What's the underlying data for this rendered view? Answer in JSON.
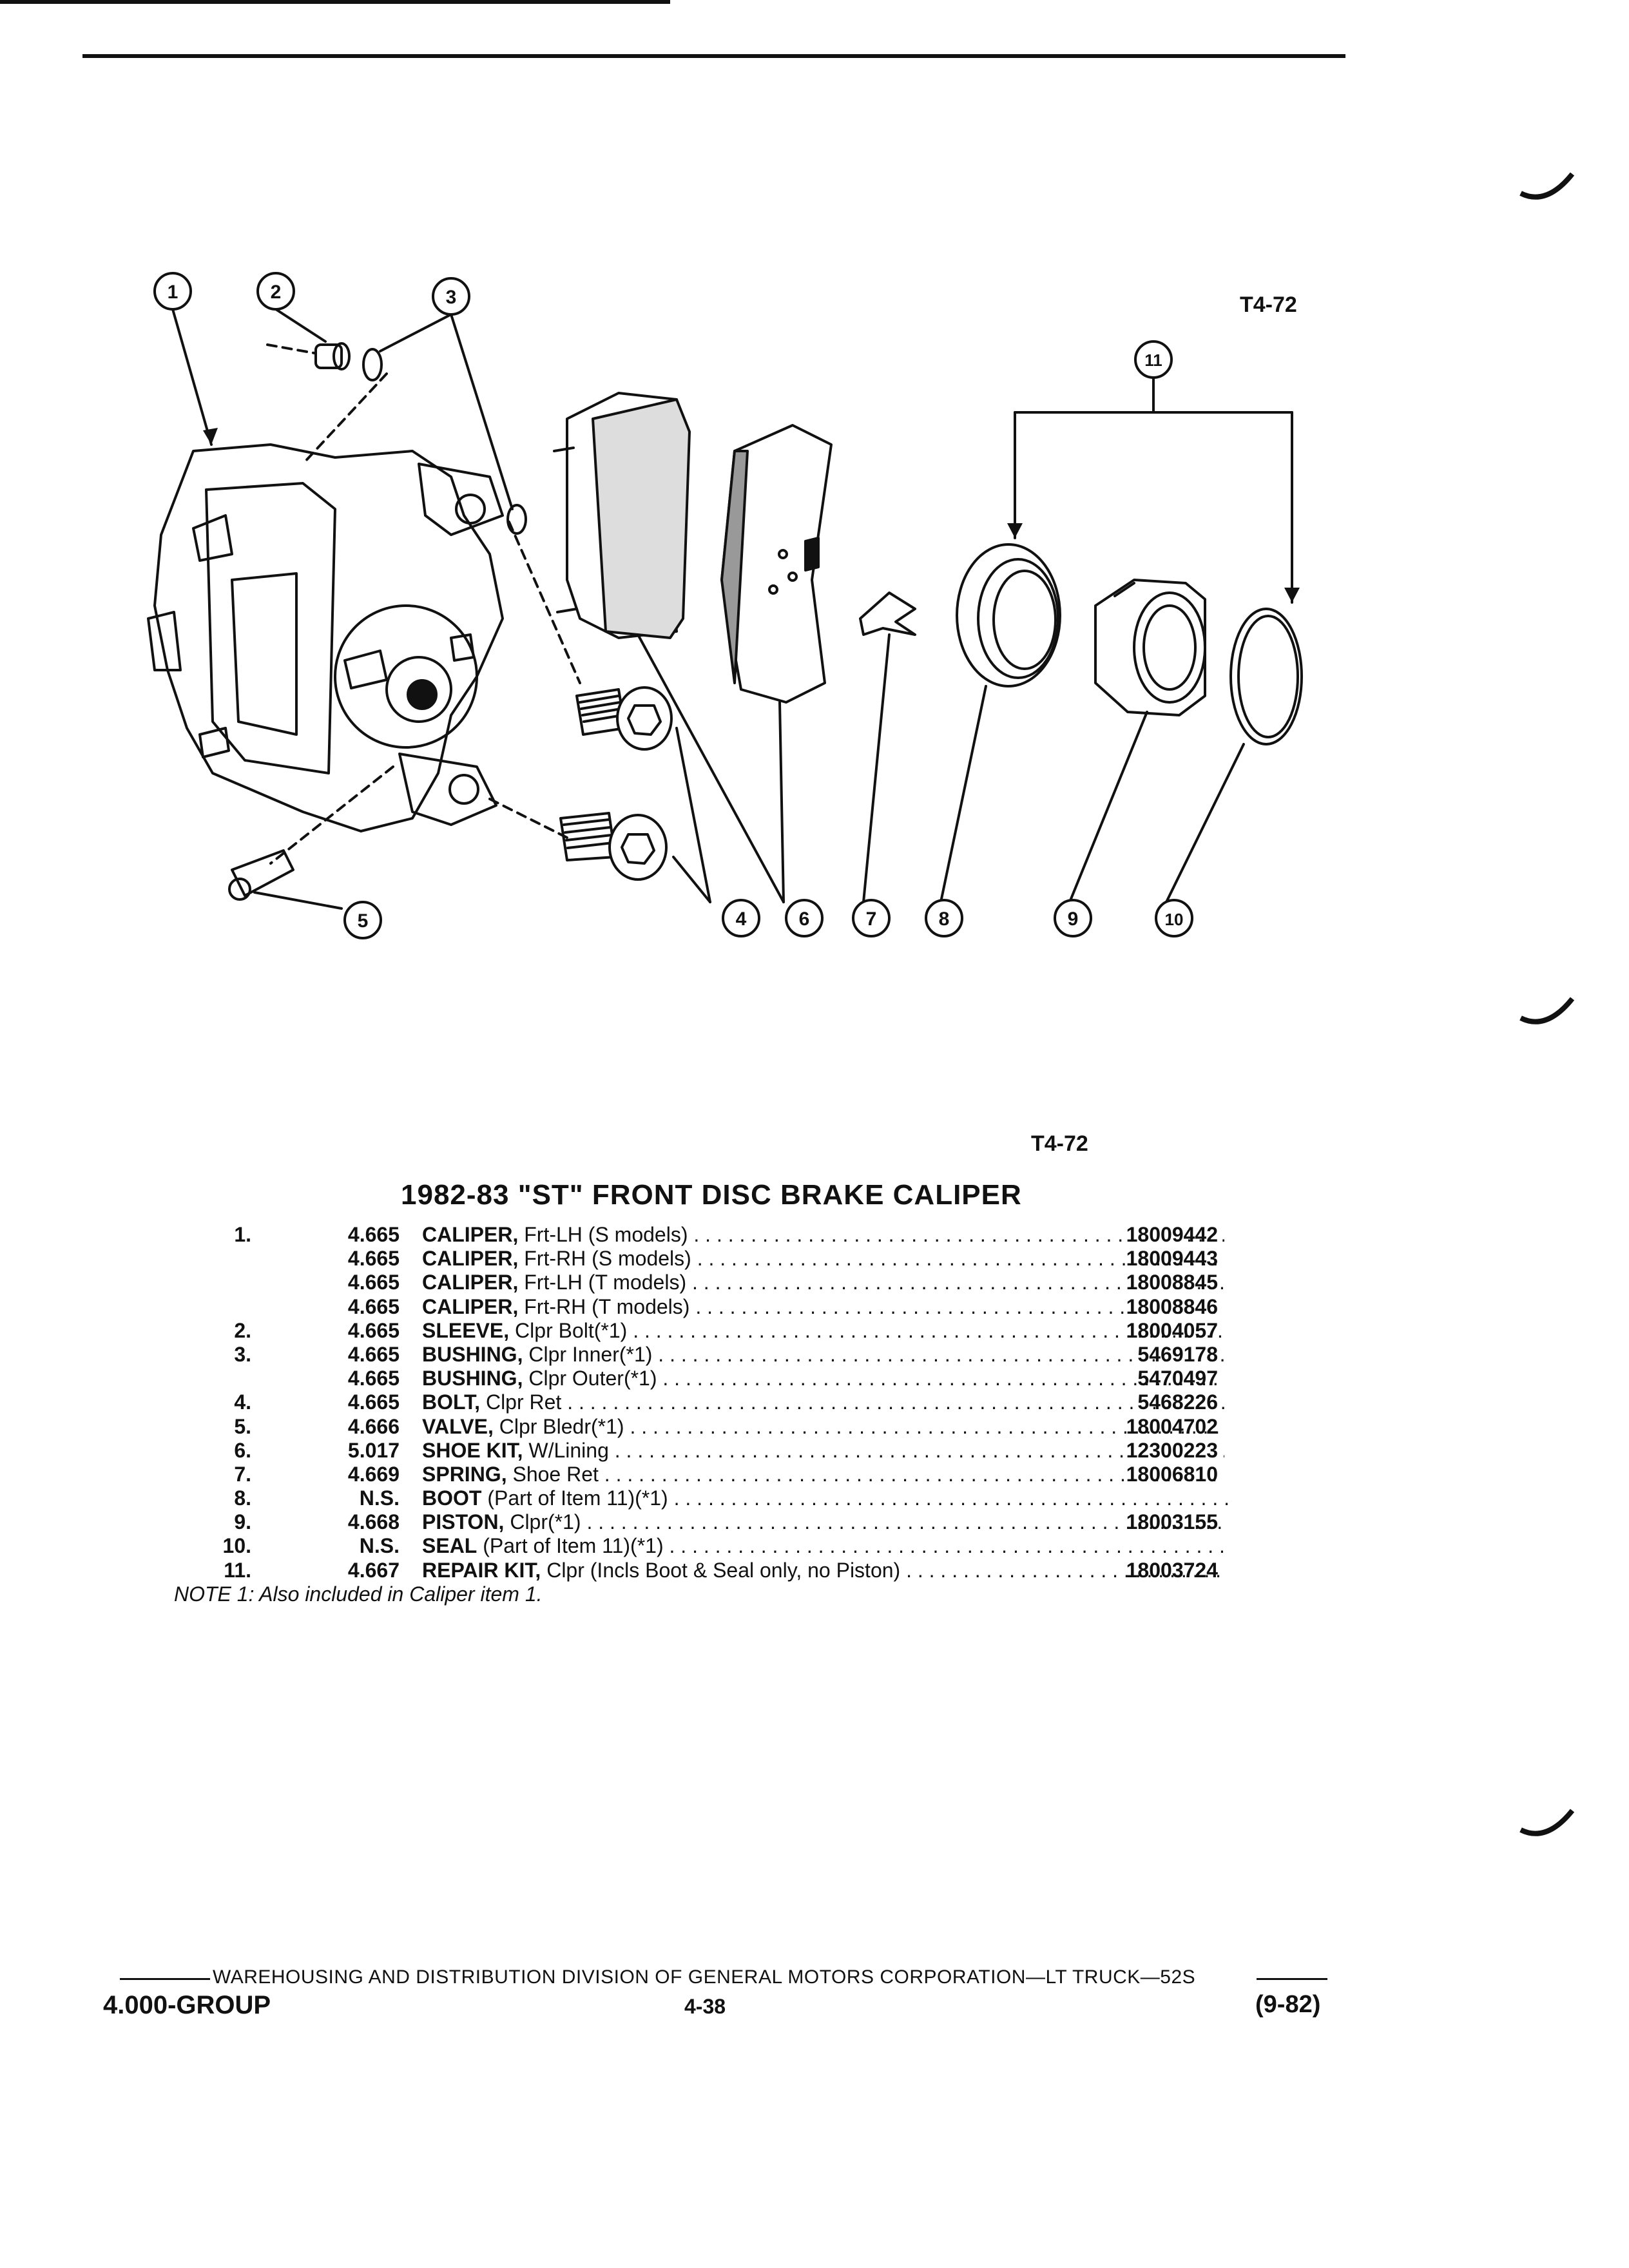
{
  "figure": {
    "code_top": "T4-72",
    "code_bottom": "T4-72",
    "callouts": [
      "1",
      "2",
      "3",
      "4",
      "5",
      "6",
      "7",
      "8",
      "9",
      "10",
      "11"
    ]
  },
  "title": "1982-83 \"ST\" FRONT DISC BRAKE CALIPER",
  "parts": [
    {
      "num": "1.",
      "group": "4.665",
      "name": "CALIPER,",
      "desc": " Frt-LH (S models)",
      "part": "18009442"
    },
    {
      "num": "",
      "group": "4.665",
      "name": "CALIPER,",
      "desc": " Frt-RH (S models)",
      "part": "18009443"
    },
    {
      "num": "",
      "group": "4.665",
      "name": "CALIPER,",
      "desc": " Frt-LH (T models)",
      "part": "18008845"
    },
    {
      "num": "",
      "group": "4.665",
      "name": "CALIPER,",
      "desc": " Frt-RH (T models)",
      "part": "18008846"
    },
    {
      "num": "2.",
      "group": "4.665",
      "name": "SLEEVE,",
      "desc": " Clpr Bolt(*1)",
      "part": "18004057"
    },
    {
      "num": "3.",
      "group": "4.665",
      "name": "BUSHING,",
      "desc": " Clpr Inner(*1)",
      "part": "5469178"
    },
    {
      "num": "",
      "group": "4.665",
      "name": "BUSHING,",
      "desc": " Clpr Outer(*1)",
      "part": "5470497"
    },
    {
      "num": "4.",
      "group": "4.665",
      "name": "BOLT,",
      "desc": " Clpr Ret",
      "part": "5468226"
    },
    {
      "num": "5.",
      "group": "4.666",
      "name": "VALVE,",
      "desc": " Clpr Bledr(*1)",
      "part": "18004702"
    },
    {
      "num": "6.",
      "group": "5.017",
      "name": "SHOE KIT,",
      "desc": " W/Lining",
      "part": "12300223"
    },
    {
      "num": "7.",
      "group": "4.669",
      "name": "SPRING,",
      "desc": " Shoe Ret",
      "part": "18006810"
    },
    {
      "num": "8.",
      "group": "N.S.",
      "name": "BOOT",
      "desc": " (Part of Item 11)(*1)",
      "part": ""
    },
    {
      "num": "9.",
      "group": "4.668",
      "name": "PISTON,",
      "desc": " Clpr(*1)",
      "part": "18003155"
    },
    {
      "num": "10.",
      "group": "N.S.",
      "name": "SEAL",
      "desc": " (Part of Item 11)(*1)",
      "part": ""
    },
    {
      "num": "11.",
      "group": "4.667",
      "name": "REPAIR KIT,",
      "desc": " Clpr (Incls Boot & Seal only, no Piston)",
      "part": "18003724"
    }
  ],
  "note": "NOTE 1: Also included in Caliper item 1.",
  "footer": {
    "line": "WAREHOUSING AND DISTRIBUTION DIVISION OF GENERAL MOTORS CORPORATION—LT TRUCK—52S",
    "group": "4.000-GROUP",
    "page": "4-38",
    "date": "(9-82)"
  }
}
